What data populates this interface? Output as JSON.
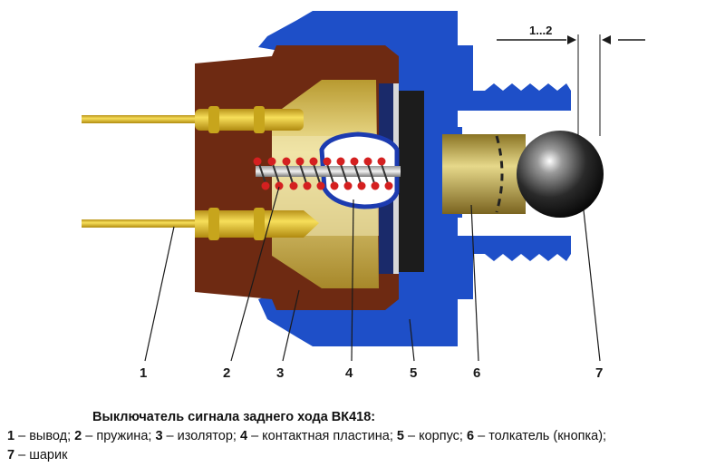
{
  "gap_label": "1...2",
  "callouts": [
    "1",
    "2",
    "3",
    "4",
    "5",
    "6",
    "7"
  ],
  "caption": {
    "title": "Выключатель сигнала заднего хода ВК418:",
    "legend": [
      {
        "n": "1",
        "sep": " – ",
        "text": "вывод; "
      },
      {
        "n": "2",
        "sep": " – ",
        "text": "пружина; "
      },
      {
        "n": "3",
        "sep": " – ",
        "text": "изолятор; "
      },
      {
        "n": "4",
        "sep": " – ",
        "text": "контактная пластина; "
      },
      {
        "n": "5",
        "sep": " – ",
        "text": "корпус; "
      },
      {
        "n": "6",
        "sep": " – ",
        "text": "толкатель (кнопка);"
      },
      {
        "n": "7",
        "sep": " – ",
        "text": "шарик"
      }
    ]
  },
  "colors": {
    "housing": "#1e4fc8",
    "insulator": "#6e2a12",
    "brass": "#d9c25a",
    "terminal": "#e8c21a",
    "spring": "#d42020",
    "ball": "#1a1a1a"
  }
}
